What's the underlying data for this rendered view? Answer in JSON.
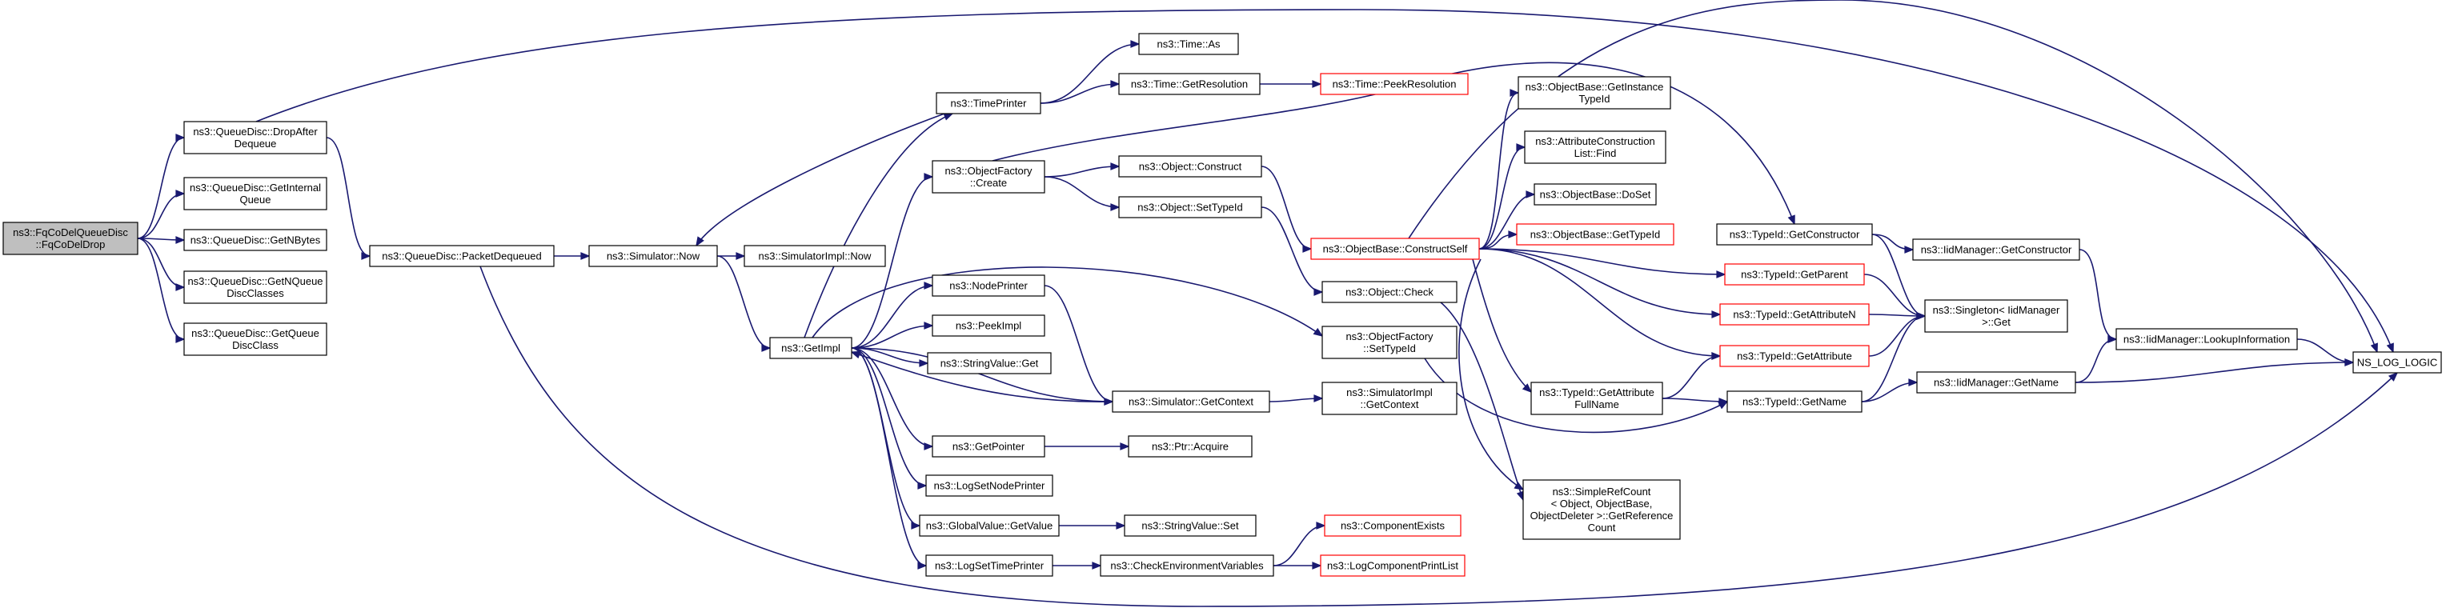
{
  "graph": {
    "nodes": [
      {
        "id": "root",
        "lines": [
          "ns3::FqCoDelQueueDisc",
          "::FqCoDelDrop"
        ]
      },
      {
        "id": "dropafter",
        "lines": [
          "ns3::QueueDisc::DropAfter",
          "Dequeue"
        ]
      },
      {
        "id": "getinternal",
        "lines": [
          "ns3::QueueDisc::GetInternal",
          "Queue"
        ]
      },
      {
        "id": "getnbytes",
        "lines": [
          "ns3::QueueDisc::GetNBytes"
        ]
      },
      {
        "id": "getnqueue",
        "lines": [
          "ns3::QueueDisc::GetNQueue",
          "DiscClasses"
        ]
      },
      {
        "id": "getqueue",
        "lines": [
          "ns3::QueueDisc::GetQueue",
          "DiscClass"
        ]
      },
      {
        "id": "packetdequeued",
        "lines": [
          "ns3::QueueDisc::PacketDequeued"
        ]
      },
      {
        "id": "simnow",
        "lines": [
          "ns3::Simulator::Now"
        ]
      },
      {
        "id": "simimplnow",
        "lines": [
          "ns3::SimulatorImpl::Now"
        ]
      },
      {
        "id": "getimpl",
        "lines": [
          "ns3::GetImpl"
        ]
      },
      {
        "id": "timeprinter",
        "lines": [
          "ns3::TimePrinter"
        ]
      },
      {
        "id": "timeas",
        "lines": [
          "ns3::Time::As"
        ]
      },
      {
        "id": "timegetres",
        "lines": [
          "ns3::Time::GetResolution"
        ]
      },
      {
        "id": "timepeekres",
        "lines": [
          "ns3::Time::PeekResolution"
        ]
      },
      {
        "id": "ofcreate",
        "lines": [
          "ns3::ObjectFactory",
          "::Create"
        ]
      },
      {
        "id": "objconstruct",
        "lines": [
          "ns3::Object::Construct"
        ]
      },
      {
        "id": "objsettypeid",
        "lines": [
          "ns3::Object::SetTypeId"
        ]
      },
      {
        "id": "nodeprinter",
        "lines": [
          "ns3::NodePrinter"
        ]
      },
      {
        "id": "peekimpl",
        "lines": [
          "ns3::PeekImpl"
        ]
      },
      {
        "id": "stringvalueget",
        "lines": [
          "ns3::StringValue::Get"
        ]
      },
      {
        "id": "simgetcontext",
        "lines": [
          "ns3::Simulator::GetContext"
        ]
      },
      {
        "id": "getpointer",
        "lines": [
          "ns3::GetPointer"
        ]
      },
      {
        "id": "ptracquire",
        "lines": [
          "ns3::Ptr::Acquire"
        ]
      },
      {
        "id": "logsetnodeprinter",
        "lines": [
          "ns3::LogSetNodePrinter"
        ]
      },
      {
        "id": "gvgetvalue",
        "lines": [
          "ns3::GlobalValue::GetValue"
        ]
      },
      {
        "id": "stringvalueset",
        "lines": [
          "ns3::StringValue::Set"
        ]
      },
      {
        "id": "logsettimeprinter",
        "lines": [
          "ns3::LogSetTimePrinter"
        ]
      },
      {
        "id": "checkenv",
        "lines": [
          "ns3::CheckEnvironmentVariables"
        ]
      },
      {
        "id": "compexists",
        "lines": [
          "ns3::ComponentExists"
        ]
      },
      {
        "id": "logcompprint",
        "lines": [
          "ns3::LogComponentPrintList"
        ]
      },
      {
        "id": "objcheck",
        "lines": [
          "ns3::Object::Check"
        ]
      },
      {
        "id": "ofsettypeid",
        "lines": [
          "ns3::ObjectFactory",
          "::SetTypeId"
        ]
      },
      {
        "id": "simimplgetctx",
        "lines": [
          "ns3::SimulatorImpl",
          "::GetContext"
        ]
      },
      {
        "id": "constructself",
        "lines": [
          "ns3::ObjectBase::ConstructSelf"
        ]
      },
      {
        "id": "getinstancetypeid",
        "lines": [
          "ns3::ObjectBase::GetInstance",
          "TypeId"
        ]
      },
      {
        "id": "attrconstructfind",
        "lines": [
          "ns3::AttributeConstruction",
          "List::Find"
        ]
      },
      {
        "id": "objbasedoset",
        "lines": [
          "ns3::ObjectBase::DoSet"
        ]
      },
      {
        "id": "objbasegettypeid",
        "lines": [
          "ns3::ObjectBase::GetTypeId"
        ]
      },
      {
        "id": "typeidgetattrfullname",
        "lines": [
          "ns3::TypeId::GetAttribute",
          "FullName"
        ]
      },
      {
        "id": "simplerefcount",
        "lines": [
          "ns3::SimpleRefCount",
          "< Object, ObjectBase,",
          "ObjectDeleter >::GetReference",
          "Count"
        ]
      },
      {
        "id": "typeidgetconstructor",
        "lines": [
          "ns3::TypeId::GetConstructor"
        ]
      },
      {
        "id": "typeidgetparent",
        "lines": [
          "ns3::TypeId::GetParent"
        ]
      },
      {
        "id": "typeidgetattrn",
        "lines": [
          "ns3::TypeId::GetAttributeN"
        ]
      },
      {
        "id": "typeidgetattr",
        "lines": [
          "ns3::TypeId::GetAttribute"
        ]
      },
      {
        "id": "typeidgetname",
        "lines": [
          "ns3::TypeId::GetName"
        ]
      },
      {
        "id": "iidgetconstructor",
        "lines": [
          "ns3::IidManager::GetConstructor"
        ]
      },
      {
        "id": "singletonget",
        "lines": [
          "ns3::Singleton< IidManager",
          ">::Get"
        ]
      },
      {
        "id": "iidgetname",
        "lines": [
          "ns3::IidManager::GetName"
        ]
      },
      {
        "id": "iidlookup",
        "lines": [
          "ns3::IidManager::LookupInformation"
        ]
      },
      {
        "id": "nslog",
        "lines": [
          "NS_LOG_LOGIC"
        ]
      }
    ]
  },
  "colors": {
    "edge": "#191970",
    "node_border": "#000000",
    "node_border_truncated": "#ff0000",
    "root_fill": "#bfbfbf",
    "node_fill": "#ffffff"
  }
}
